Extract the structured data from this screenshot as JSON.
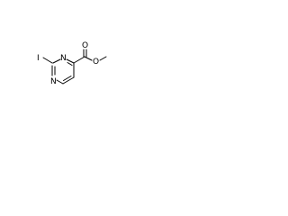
{
  "structure": {
    "atoms": {
      "iodine": "I",
      "ring_nitrogen_1": "N",
      "ring_nitrogen_3": "N",
      "carbonyl_oxygen": "O",
      "ester_oxygen": "O"
    }
  },
  "colors": {
    "bond": "#000000",
    "label": "#000000",
    "background": "#ffffff"
  }
}
